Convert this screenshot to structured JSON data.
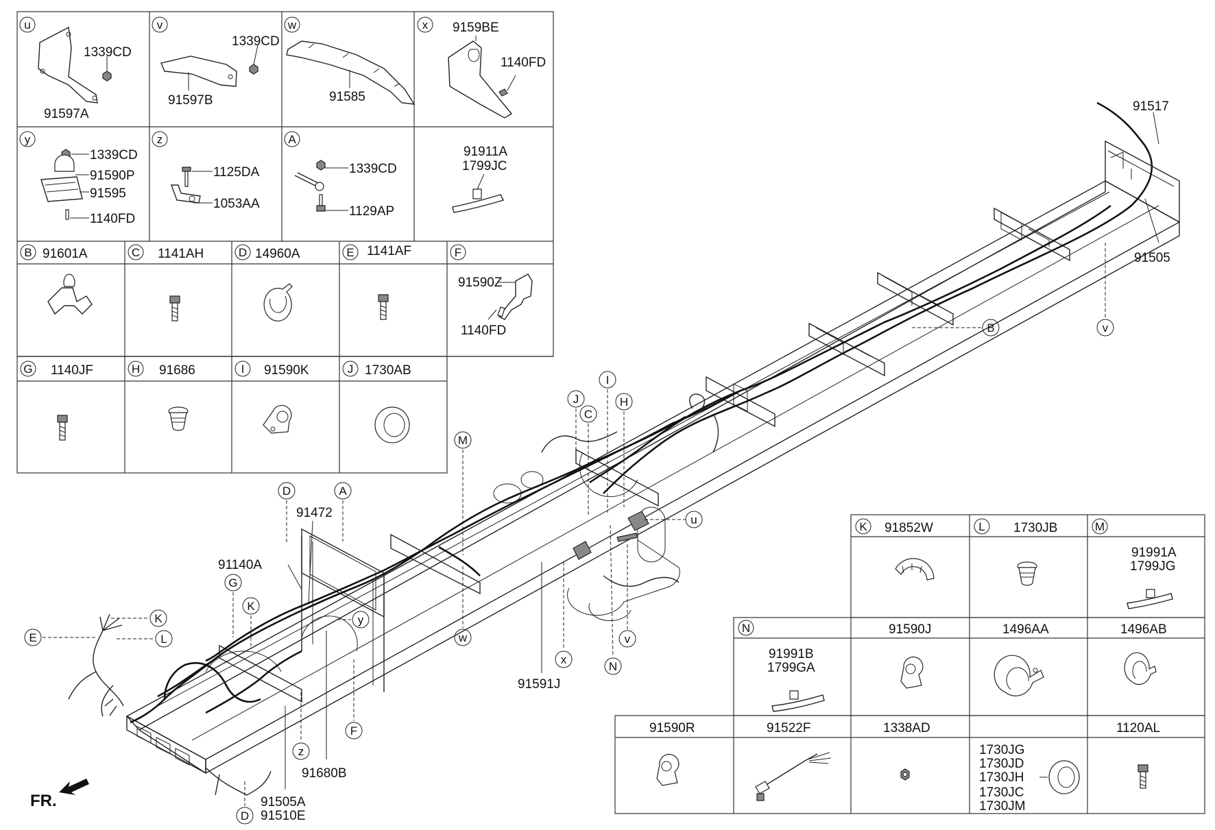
{
  "front_label": "FR.",
  "callout_letters": {
    "u": "u",
    "v": "v",
    "w": "w",
    "x": "x",
    "y": "y",
    "z": "z",
    "A": "A",
    "B": "B",
    "C": "C",
    "D": "D",
    "E": "E",
    "F": "F",
    "G": "G",
    "H": "H",
    "I": "I",
    "J": "J",
    "K": "K",
    "L": "L",
    "M": "M",
    "N": "N"
  },
  "detail_parts": {
    "u": [
      "1339CD",
      "91597A"
    ],
    "v": [
      "1339CD",
      "91597B"
    ],
    "w": [
      "91585"
    ],
    "x": [
      "9159BE",
      "1140FD"
    ],
    "y": [
      "1339CD",
      "91590P",
      "91595",
      "1140FD"
    ],
    "z": [
      "1125DA",
      "1053AA"
    ],
    "A": [
      "1339CD",
      "1129AP"
    ],
    "tie": [
      "91911A",
      "1799JC"
    ],
    "B": "91601A",
    "C": "1141AH",
    "D": "14960A",
    "E": "1141AF",
    "F": [
      "91590Z",
      "1140FD"
    ],
    "G": "1140JF",
    "H": "91686",
    "I": "91590K",
    "J": "1730AB",
    "K": "91852W",
    "L": "1730JB",
    "M": [
      "91991A",
      "1799JG"
    ],
    "N": [
      "91991B",
      "1799GA"
    ],
    "r2": [
      "91590J",
      "1496AA",
      "1496AB"
    ],
    "r3": [
      "91590R",
      "91522F",
      "1338AD",
      "1120AL"
    ],
    "r3_multi": [
      "1730JG",
      "1730JD",
      "1730JH",
      "1730JC",
      "1730JM"
    ]
  },
  "main_parts": {
    "p91517": "91517",
    "p91505": "91505",
    "p91472": "91472",
    "p91140A": "91140A",
    "p91591J": "91591J",
    "p91680B": "91680B",
    "p91505A": "91505A",
    "p91510E": "91510E"
  }
}
